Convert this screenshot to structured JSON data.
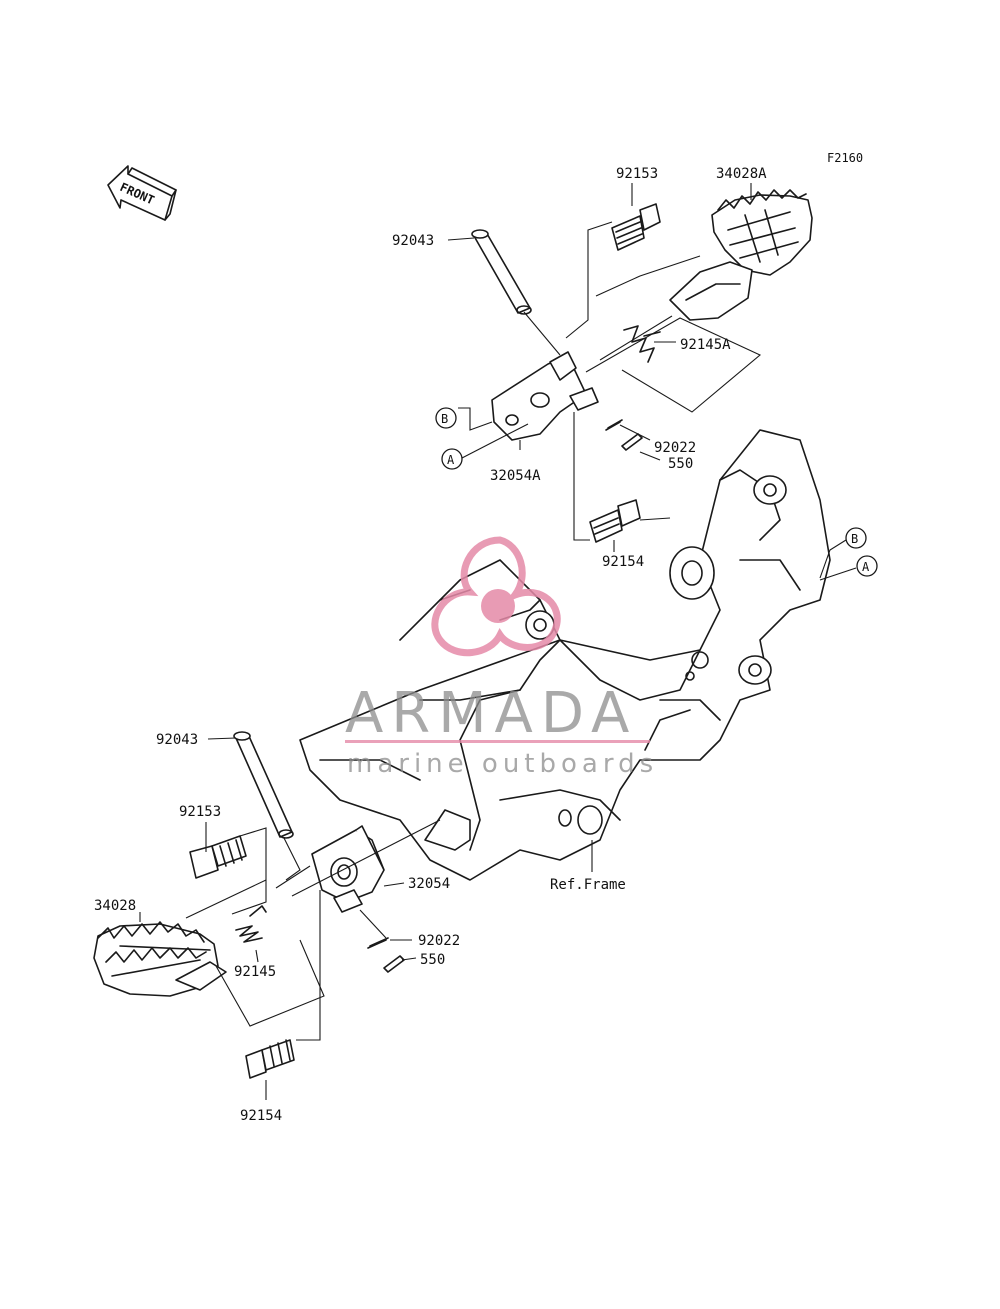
{
  "diagram": {
    "figure_code": "F2160",
    "front_label": "FRONT",
    "callouts": {
      "a": "A",
      "b": "B"
    },
    "parts": {
      "p92153_top": "92153",
      "p34028A": "34028A",
      "p92043_top": "92043",
      "p92145A": "92145A",
      "p92022_top": "92022",
      "p550_top": "550",
      "p32054A": "32054A",
      "p92154_top": "92154",
      "p92043_bot": "92043",
      "p92153_bot": "92153",
      "p32054": "32054",
      "p34028": "34028",
      "p92145": "92145",
      "p92022_bot": "92022",
      "p550_bot": "550",
      "p92154_bot": "92154",
      "ref_frame": "Ref.Frame"
    }
  },
  "watermark": {
    "brand": "ARMADA",
    "tagline": "marine outboards",
    "color": "#e58aa8"
  }
}
